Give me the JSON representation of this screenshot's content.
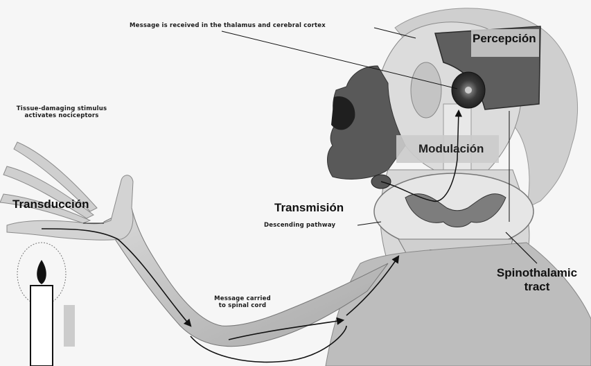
{
  "labels": {
    "message_received": "Message is received in the thalamus and cerebral cortex",
    "percepcion": "Percepción",
    "tissue_line1": "Tissue-damaging stimulus",
    "tissue_line2": "activates nociceptors",
    "modulacion": "Modulación",
    "transduccion": "Transducción",
    "transmision": "Transmisión",
    "descending": "Descending pathway",
    "spino_line1": "Spinothalamic",
    "spino_line2": "tract",
    "message_carried_line1": "Message carried",
    "message_carried_line2": "to spinal cord"
  },
  "colors": {
    "background": "#f6f6f6",
    "skin_shade": "#7a7a7a",
    "dark_region": "#555555",
    "cortex_box": "#5e5e5e",
    "thalamus": "#3a3a3a",
    "nerve_line": "#111111",
    "highlight_box": "#c9c9c9"
  }
}
